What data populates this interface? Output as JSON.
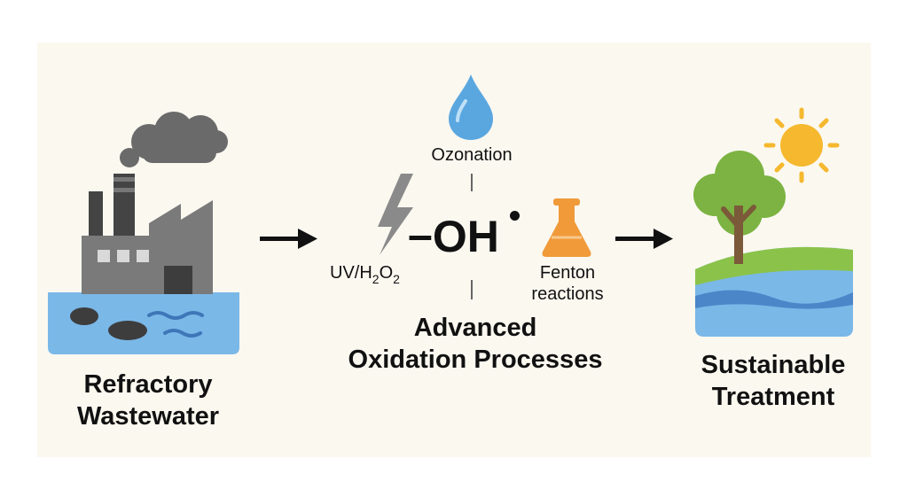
{
  "source": {
    "line1": "Refractory",
    "line2": "Wastewater"
  },
  "process": {
    "center": "OH",
    "ozonation": "Ozonation",
    "uv_main": "UV/H",
    "uv_sub1": "2",
    "uv_mid": "O",
    "uv_sub2": "2",
    "fenton_line1": "Fenton",
    "fenton_line2": "reactions",
    "title_line1": "Advanced",
    "title_line2": "Oxidation Processes"
  },
  "result": {
    "line1": "Sustainable",
    "line2": "Treatment"
  },
  "icons": [
    "factory-icon",
    "smoke-icon",
    "polluted-water-icon",
    "water-drop-icon",
    "lightning-icon",
    "flask-icon",
    "tree-icon",
    "sun-icon",
    "river-icon",
    "arrow-right-icon"
  ],
  "colors": {
    "panel": "#fbf8f0",
    "factory": "#7a7a7a",
    "water": "#7ab8e8",
    "drop": "#5aa7e0",
    "flask": "#f09a3a",
    "tree": "#7cb342",
    "sun": "#f5b82e",
    "river": "#4a86c8",
    "grass": "#8bc34a"
  }
}
